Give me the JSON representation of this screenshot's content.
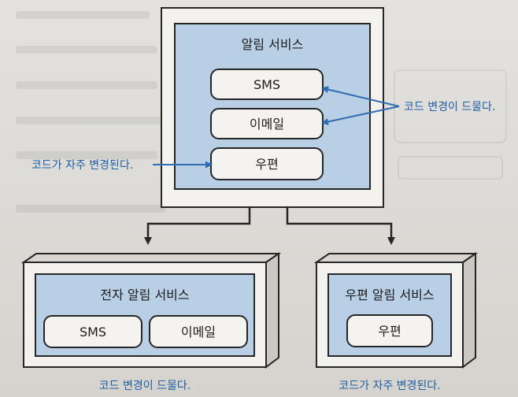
{
  "top_service": {
    "title": "알림 서비스",
    "items": [
      "SMS",
      "이메일",
      "우편"
    ]
  },
  "bottom_left": {
    "title": "전자 알림 서비스",
    "items": [
      "SMS",
      "이메일"
    ],
    "caption": "코드 변경이 드물다."
  },
  "bottom_right": {
    "title": "우편 알림 서비스",
    "items": [
      "우편"
    ],
    "caption": "코드가 자주 변경된다."
  },
  "annotations": {
    "rare_change": "코드 변경이 드물다.",
    "frequent_change": "코드가 자주 변경된다."
  },
  "colors": {
    "accent_blue": "#2f6db3",
    "inner_fill": "#b9cfe6",
    "outline": "#262626"
  }
}
